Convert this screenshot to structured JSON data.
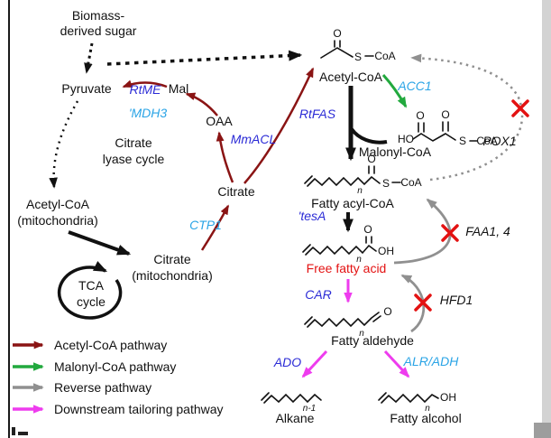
{
  "figure": {
    "type": "metabolic-pathway-diagram"
  },
  "colors": {
    "acetyl_coa_pathway": "#8a1414",
    "malonyl_coa_pathway": "#22a93e",
    "reverse_pathway": "#909090",
    "tailoring_pathway": "#ee3cee",
    "enzyme_blue": "#2b2bd6",
    "enzyme_cyan": "#2aa4e6",
    "highlight_red": "#e31212",
    "ink": "#111111"
  },
  "nodes": {
    "biomass_l1": "Biomass-",
    "biomass_l2": "derived sugar",
    "pyruvate": "Pyruvate",
    "mal": "Mal",
    "oaa": "OAA",
    "acetyl_coa": "Acetyl-CoA",
    "malonyl_coa": "Malonyl-CoA",
    "citrate_lyase_l1": "Citrate",
    "citrate_lyase_l2": "lyase cycle",
    "citrate": "Citrate",
    "acetyl_mito_l1": "Acetyl-CoA",
    "acetyl_mito_l2": "(mitochondria)",
    "fatty_acyl_coa": "Fatty acyl-CoA",
    "citrate_mito_l1": "Citrate",
    "citrate_mito_l2": "(mitochondria)",
    "free_fatty_acid": "Free fatty acid",
    "tca_l1": "TCA",
    "tca_l2": "cycle",
    "fatty_aldehyde": "Fatty aldehyde",
    "alkane": "Alkane",
    "fatty_alcohol": "Fatty alcohol"
  },
  "enzymes": {
    "rtme": "RtME",
    "mdh3": "'MDH3",
    "mmacl": "MmACL",
    "rtfas": "RtFAS",
    "acc1": "ACC1",
    "ctp1": "CTP1",
    "tesa": "'tesA",
    "car": "CAR",
    "ado": "ADO",
    "alr_adh": "ALR/ADH",
    "pox1": "POX1",
    "faa": "FAA1, 4",
    "hfd1": "HFD1"
  },
  "atoms": {
    "o": "O",
    "s": "S",
    "coa": "CoA",
    "ho": "HO",
    "oh": "OH",
    "n": "n",
    "n_minus_one": "n-1"
  },
  "legend": {
    "items": [
      {
        "label": "Acetyl-CoA pathway",
        "color": "#8a1414"
      },
      {
        "label": "Malonyl-CoA pathway",
        "color": "#22a93e"
      },
      {
        "label": "Reverse pathway",
        "color": "#909090"
      },
      {
        "label": "Downstream tailoring pathway",
        "color": "#ee3cee"
      }
    ]
  }
}
